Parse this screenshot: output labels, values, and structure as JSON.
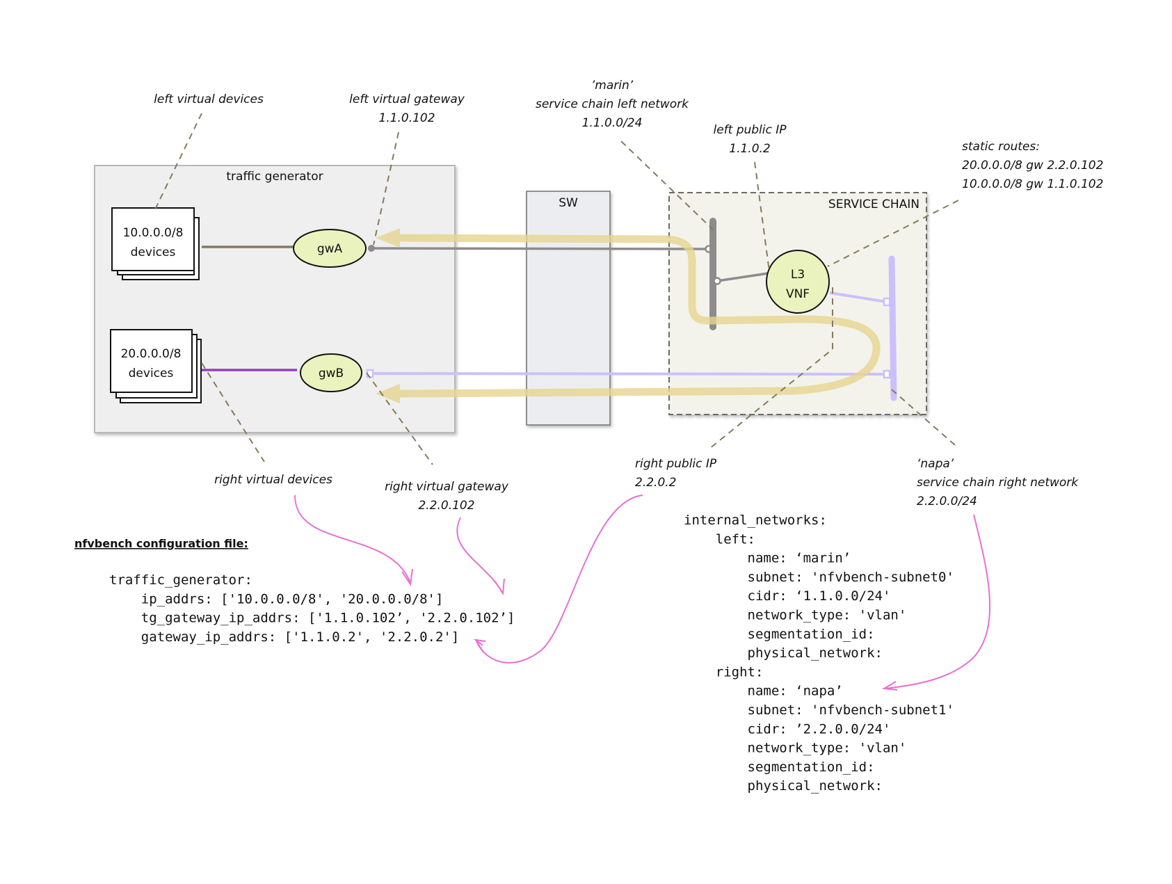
{
  "colors": {
    "traffic_path": "#e6d48f",
    "left_net": "#8c8c8c",
    "right_net": "#cbc0fb",
    "node_fill": "#eaf3bd",
    "annotation_line": "#857a5c",
    "config_arrow": "#e86fd6",
    "left_device_link": "#857a5c",
    "right_device_link": "#9040b8"
  },
  "boxes": {
    "traffic_generator": "traffic generator",
    "switch": "SW",
    "service_chain": "SERVICE CHAIN"
  },
  "nodes": {
    "left_devices": [
      "10.0.0.0/8",
      "devices"
    ],
    "right_devices": [
      "20.0.0.0/8",
      "devices"
    ],
    "gw_a": "gwA",
    "gw_b": "gwB",
    "vnf": [
      "L3",
      "VNF"
    ]
  },
  "annotations": {
    "left_virtual_devices": [
      "left virtual devices"
    ],
    "left_virtual_gateway": [
      "left virtual gateway",
      "1.1.0.102"
    ],
    "marin_network": [
      "’marin’",
      "service chain left network",
      "1.1.0.0/24"
    ],
    "left_public_ip": [
      "left public IP",
      "1.1.0.2"
    ],
    "static_routes": [
      "static routes:",
      "20.0.0.0/8 gw 2.2.0.102",
      "10.0.0.0/8 gw 1.1.0.102"
    ],
    "right_virtual_devices": [
      "right virtual devices"
    ],
    "right_virtual_gateway": [
      "right virtual gateway",
      "2.2.0.102"
    ],
    "right_public_ip": [
      "right public IP",
      "2.2.0.2"
    ],
    "napa_network": [
      "‘napa’",
      "service chain right network",
      "2.2.0.0/24"
    ]
  },
  "config": {
    "title": "nfvbench configuration file:",
    "traffic_generator_lines": [
      "traffic_generator:",
      "    ip_addrs: ['10.0.0.0/8', '20.0.0.0/8']",
      "    tg_gateway_ip_addrs: ['1.1.0.102’, '2.2.0.102’]",
      "    gateway_ip_addrs: ['1.1.0.2', '2.2.0.2']"
    ],
    "internal_networks_lines": [
      "internal_networks:",
      "    left:",
      "        name: ‘marin’",
      "        subnet: 'nfvbench-subnet0'",
      "        cidr: ‘1.1.0.0/24'",
      "        network_type: 'vlan'",
      "        segmentation_id:",
      "        physical_network:",
      "    right:",
      "        name: ‘napa’",
      "        subnet: 'nfvbench-subnet1'",
      "        cidr: ’2.2.0.0/24'",
      "        network_type: 'vlan'",
      "        segmentation_id:",
      "        physical_network:"
    ]
  }
}
